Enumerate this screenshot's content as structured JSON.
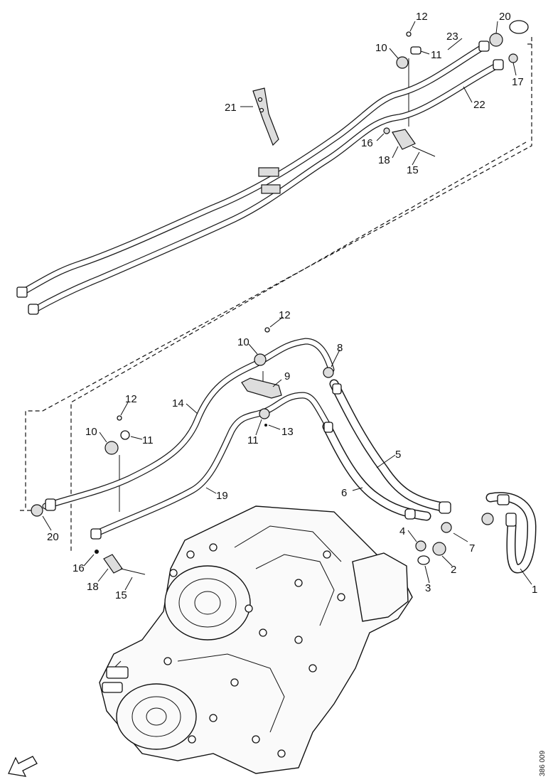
{
  "callouts": [
    {
      "id": "c12a",
      "text": "12"
    },
    {
      "id": "c20a",
      "text": "20"
    },
    {
      "id": "c10a",
      "text": "10"
    },
    {
      "id": "c23",
      "text": "23"
    },
    {
      "id": "c11a",
      "text": "11"
    },
    {
      "id": "c17",
      "text": "17"
    },
    {
      "id": "c21",
      "text": "21"
    },
    {
      "id": "c22",
      "text": "22"
    },
    {
      "id": "c16a",
      "text": "16"
    },
    {
      "id": "c18a",
      "text": "18"
    },
    {
      "id": "c15a",
      "text": "15"
    },
    {
      "id": "c12b",
      "text": "12"
    },
    {
      "id": "c10b",
      "text": "10"
    },
    {
      "id": "c8",
      "text": "8"
    },
    {
      "id": "c9",
      "text": "9"
    },
    {
      "id": "c12c",
      "text": "12"
    },
    {
      "id": "c14",
      "text": "14"
    },
    {
      "id": "c10c",
      "text": "10"
    },
    {
      "id": "c11b",
      "text": "11"
    },
    {
      "id": "c11c",
      "text": "11"
    },
    {
      "id": "c13",
      "text": "13"
    },
    {
      "id": "c5",
      "text": "5"
    },
    {
      "id": "c19",
      "text": "19"
    },
    {
      "id": "c6",
      "text": "6"
    },
    {
      "id": "c20b",
      "text": "20"
    },
    {
      "id": "c4",
      "text": "4"
    },
    {
      "id": "c7",
      "text": "7"
    },
    {
      "id": "c2",
      "text": "2"
    },
    {
      "id": "c3",
      "text": "3"
    },
    {
      "id": "c1",
      "text": "1"
    },
    {
      "id": "c16b",
      "text": "16"
    },
    {
      "id": "c18b",
      "text": "18"
    },
    {
      "id": "c15b",
      "text": "15"
    }
  ],
  "drawing_code": "386 009",
  "icons": {
    "direction": "arrow-down-left-icon"
  }
}
